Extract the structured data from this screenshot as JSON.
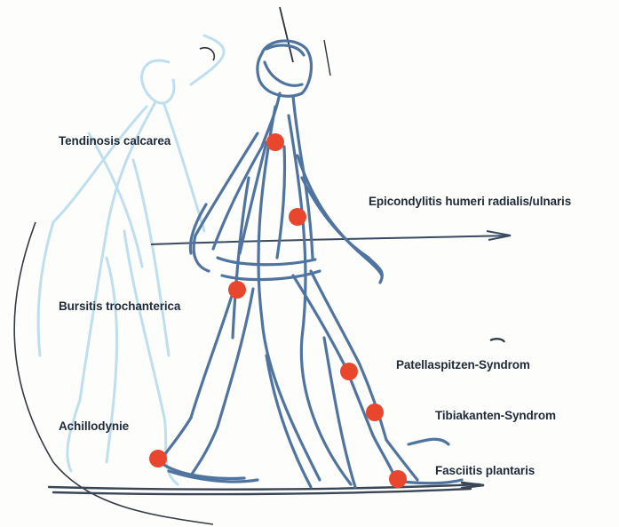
{
  "labels": {
    "tendinosis": "Tendinosis calcarea",
    "epicondylitis": "Epicondylitis humeri radialis/ulnaris",
    "bursitis": "Bursitis trochanterica",
    "patella": "Patellaspitzen-Syndrom",
    "tibia": "Tibiakanten-Syndrom",
    "achillo": "Achillodynie",
    "fasciitis": "Fasciitis plantaris"
  },
  "colors": {
    "figure_stroke": "#4f74a0",
    "ghost_stroke": "#b8dcec",
    "marker": "#e8472e",
    "ink": "#1e2a3a"
  }
}
